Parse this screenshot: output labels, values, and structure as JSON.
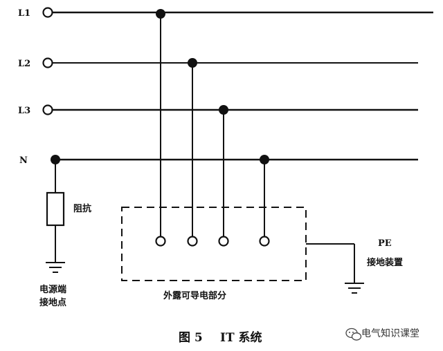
{
  "lines": {
    "l1": "L1",
    "l2": "L2",
    "l3": "L3",
    "n": "N"
  },
  "labels": {
    "impedance": "阻抗",
    "source_ground_line1": "电源端",
    "source_ground_line2": "接地点",
    "exposed_part": "外露可导电部分",
    "pe_line1": "PE",
    "pe_line2": "接地装置"
  },
  "caption": {
    "figure": "图 5",
    "title": "IT 系统"
  },
  "watermark": {
    "text": "电气知识课堂",
    "icon": "wechat-icon"
  },
  "colors": {
    "ink": "#111111",
    "background": "#ffffff"
  }
}
